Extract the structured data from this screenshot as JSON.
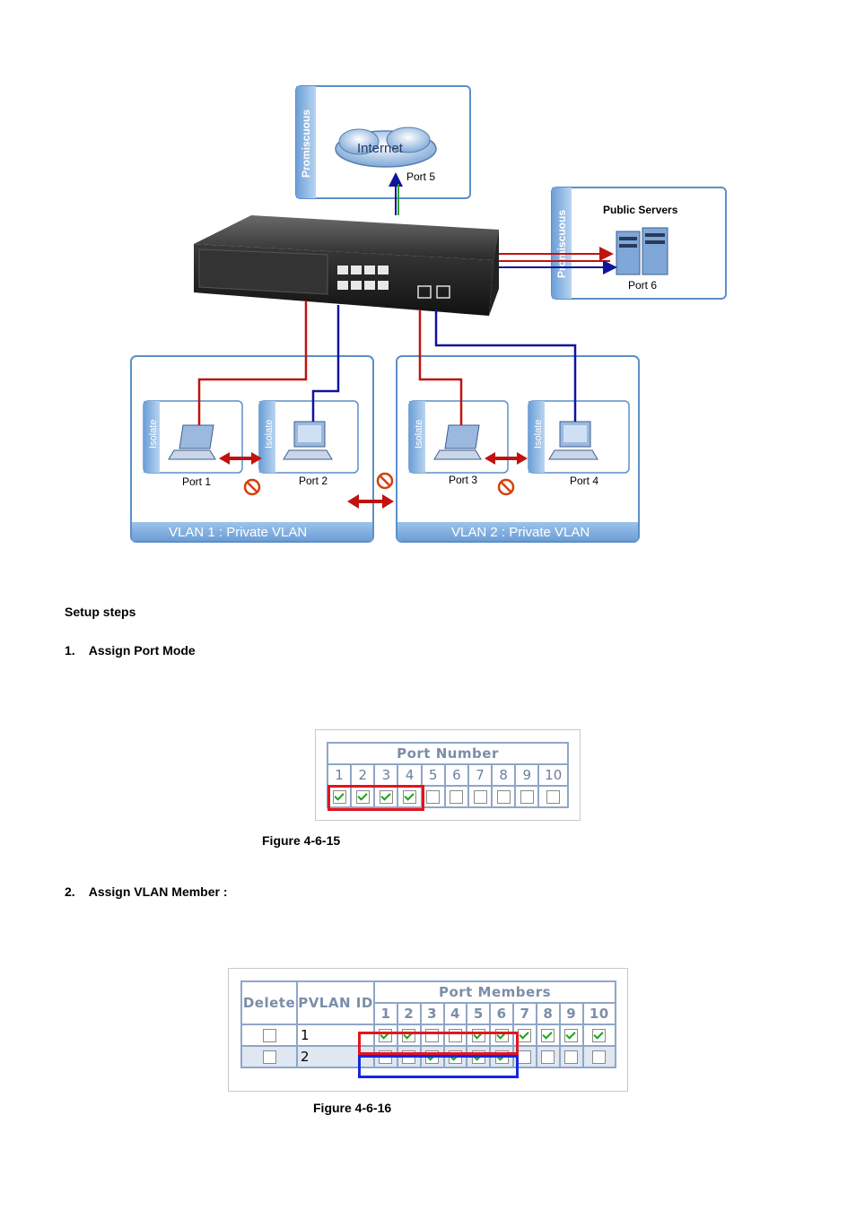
{
  "diagram": {
    "promiscuous_label": "Promiscuous",
    "internet_label": "Internet",
    "port5": "Port 5",
    "public_servers": "Public Servers",
    "port6": "Port 6",
    "isolate_label": "Isolate",
    "port1": "Port 1",
    "port2": "Port 2",
    "port3": "Port 3",
    "port4": "Port 4",
    "vlan1": "VLAN 1 : Private VLAN",
    "vlan2": "VLAN 2 : Private VLAN",
    "colors": {
      "red_link": "#c0130f",
      "blue_link": "#10149a",
      "box_border": "#5c8fc8",
      "box_bar": "#a9c9ec"
    }
  },
  "text": {
    "setup_steps": "Setup steps",
    "step1": "1.    Assign Port Mode",
    "fig15": "Figure 4-6-15",
    "step2": "2.    Assign VLAN Member :",
    "fig16": "Figure 4-6-16"
  },
  "table1": {
    "title": "Port Number",
    "ports": [
      "1",
      "2",
      "3",
      "4",
      "5",
      "6",
      "7",
      "8",
      "9",
      "10"
    ],
    "checked": [
      true,
      true,
      true,
      true,
      false,
      false,
      false,
      false,
      false,
      false
    ]
  },
  "table2": {
    "col_delete": "Delete",
    "col_pvlan": "PVLAN ID",
    "title": "Port Members",
    "ports": [
      "1",
      "2",
      "3",
      "4",
      "5",
      "6",
      "7",
      "8",
      "9",
      "10"
    ],
    "rows": [
      {
        "id": "1",
        "delete": false,
        "members": [
          true,
          true,
          false,
          false,
          true,
          true,
          true,
          true,
          true,
          true
        ]
      },
      {
        "id": "2",
        "delete": false,
        "members": [
          false,
          false,
          true,
          true,
          true,
          true,
          false,
          false,
          false,
          false
        ]
      }
    ]
  }
}
